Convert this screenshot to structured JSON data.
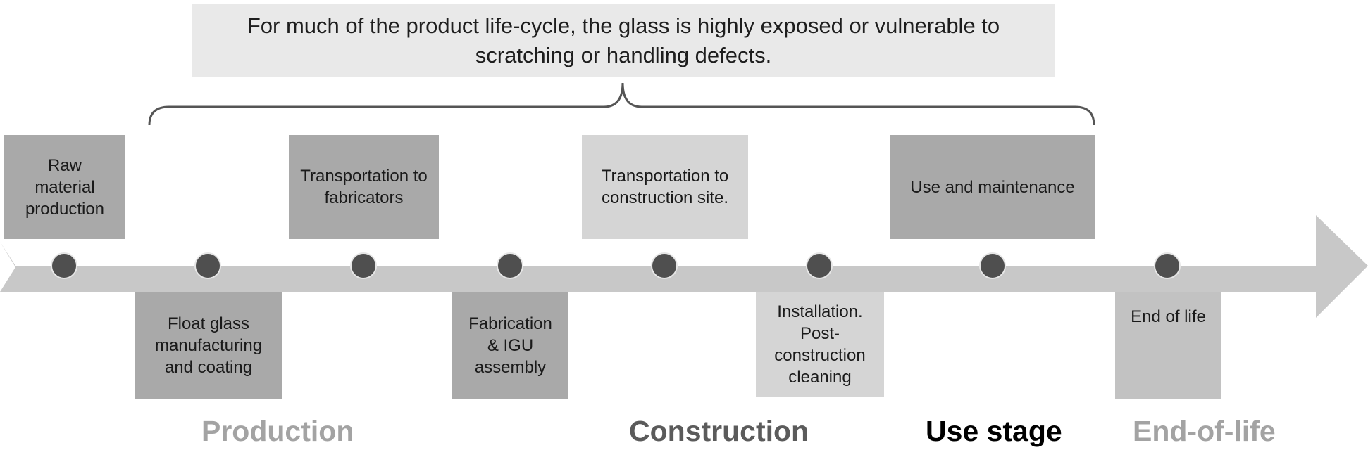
{
  "callout": {
    "text": "For much of the product life-cycle, the glass is highly exposed or vulnerable to scratching or handling defects."
  },
  "stages": [
    {
      "label": "Raw material production",
      "fill": "#a9a9a9"
    },
    {
      "label": "Float glass manufacturing and coating",
      "fill": "#a9a9a9"
    },
    {
      "label": "Transportation to fabricators",
      "fill": "#a9a9a9"
    },
    {
      "label": "Fabrication & IGU assembly",
      "fill": "#a9a9a9"
    },
    {
      "label": "Transportation to construction site.",
      "fill": "#d5d5d5"
    },
    {
      "label": "Installation. Post-construction cleaning",
      "fill": "#d5d5d5"
    },
    {
      "label": "Use and maintenance",
      "fill": "#a9a9a9"
    },
    {
      "label": "End of life",
      "fill": "#c2c2c2"
    }
  ],
  "phases": [
    {
      "label": "Production",
      "color": "#a3a3a3"
    },
    {
      "label": "Construction",
      "color": "#5b5b5b"
    },
    {
      "label": "Use stage",
      "color": "#000000"
    },
    {
      "label": "End-of-life",
      "color": "#a3a3a3"
    }
  ],
  "colors": {
    "arrow": "#c8c8c8",
    "dot": "#4f4f4f",
    "brace": "#555555",
    "callout_bg": "#e9e9e9"
  }
}
